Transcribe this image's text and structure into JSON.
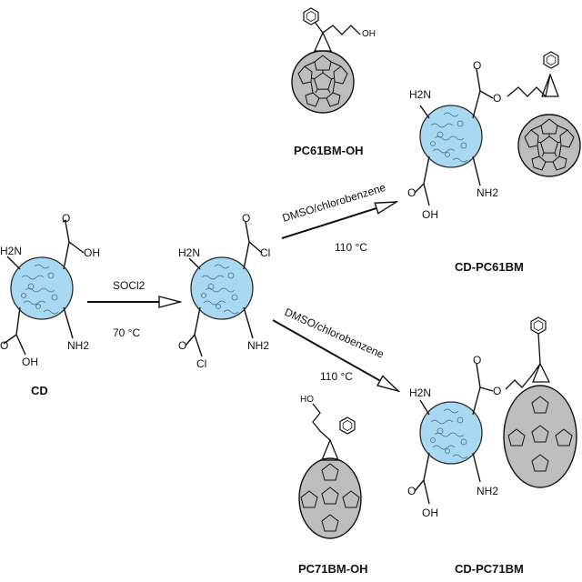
{
  "compounds": {
    "cd": "CD",
    "pc61bm_oh": "PC61BM-OH",
    "pc71bm_oh": "PC71BM-OH",
    "cd_pc61bm": "CD-PC61BM",
    "cd_pc71bm": "CD-PC71BM"
  },
  "groups": {
    "amine": "H2N",
    "amine_right": "NH2",
    "acid": "OH",
    "acid_left": "OH",
    "carbonyl_o": "O",
    "acyl_chloride": "Cl",
    "ester_o": "O",
    "hydroxyl": "OH",
    "hydroxyl_ho": "HO"
  },
  "conditions": {
    "step1_reagent": "SOCl2",
    "step1_temp": "70 °C",
    "step2_solvent": "DMSO/chlorobenzene",
    "step2_temp": "110 °C",
    "step3_solvent": "DMSO/chlorobenzene",
    "step3_temp": "110 °C"
  },
  "colors": {
    "dot_fill": "#a9d8f2",
    "dot_stroke": "#2a2a2a",
    "fullerene_fill": "#bdbdbd"
  }
}
